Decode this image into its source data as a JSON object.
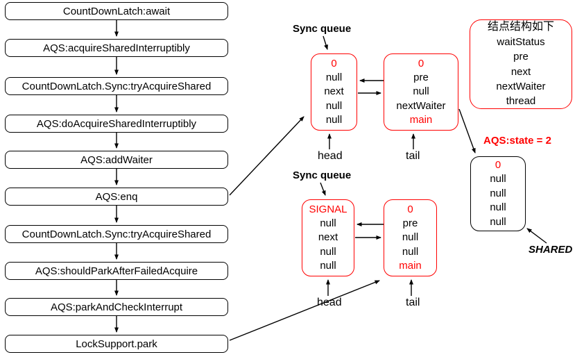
{
  "colors": {
    "red": "#ff0000",
    "black": "#000000",
    "background": "#ffffff"
  },
  "flowchart": {
    "boxes": [
      {
        "label": "CountDownLatch:await"
      },
      {
        "label": "AQS:acquireSharedInterruptibly"
      },
      {
        "label": "CountDownLatch.Sync:tryAcquireShared"
      },
      {
        "label": "AQS:doAcquireSharedInterruptibly"
      },
      {
        "label": "AQS:addWaiter"
      },
      {
        "label": "AQS:enq"
      },
      {
        "label": "CountDownLatch.Sync:tryAcquireShared"
      },
      {
        "label": "AQS:shouldParkAfterFailedAcquire"
      },
      {
        "label": "AQS:parkAndCheckInterrupt"
      },
      {
        "label": "LockSupport.park"
      }
    ]
  },
  "queue1": {
    "label": "Sync queue",
    "head_node": {
      "rows": [
        "0",
        "null",
        "next",
        "null",
        "null"
      ]
    },
    "tail_node": {
      "rows": [
        "0",
        "pre",
        "null",
        "nextWaiter",
        "main"
      ]
    },
    "head_label": "head",
    "tail_label": "tail"
  },
  "queue2": {
    "label": "Sync queue",
    "head_node": {
      "rows": [
        "SIGNAL",
        "null",
        "next",
        "null",
        "null"
      ]
    },
    "tail_node": {
      "rows": [
        "0",
        "pre",
        "null",
        "null",
        "main"
      ]
    },
    "head_label": "head",
    "tail_label": "tail"
  },
  "node_struct": {
    "title": "结点结构如下",
    "fields": [
      "waitStatus",
      "pre",
      "next",
      "nextWaiter",
      "thread"
    ]
  },
  "state_label": "AQS:state = 2",
  "shared_node": {
    "rows": [
      "0",
      "null",
      "null",
      "null",
      "null"
    ]
  },
  "shared_label": "SHARED"
}
